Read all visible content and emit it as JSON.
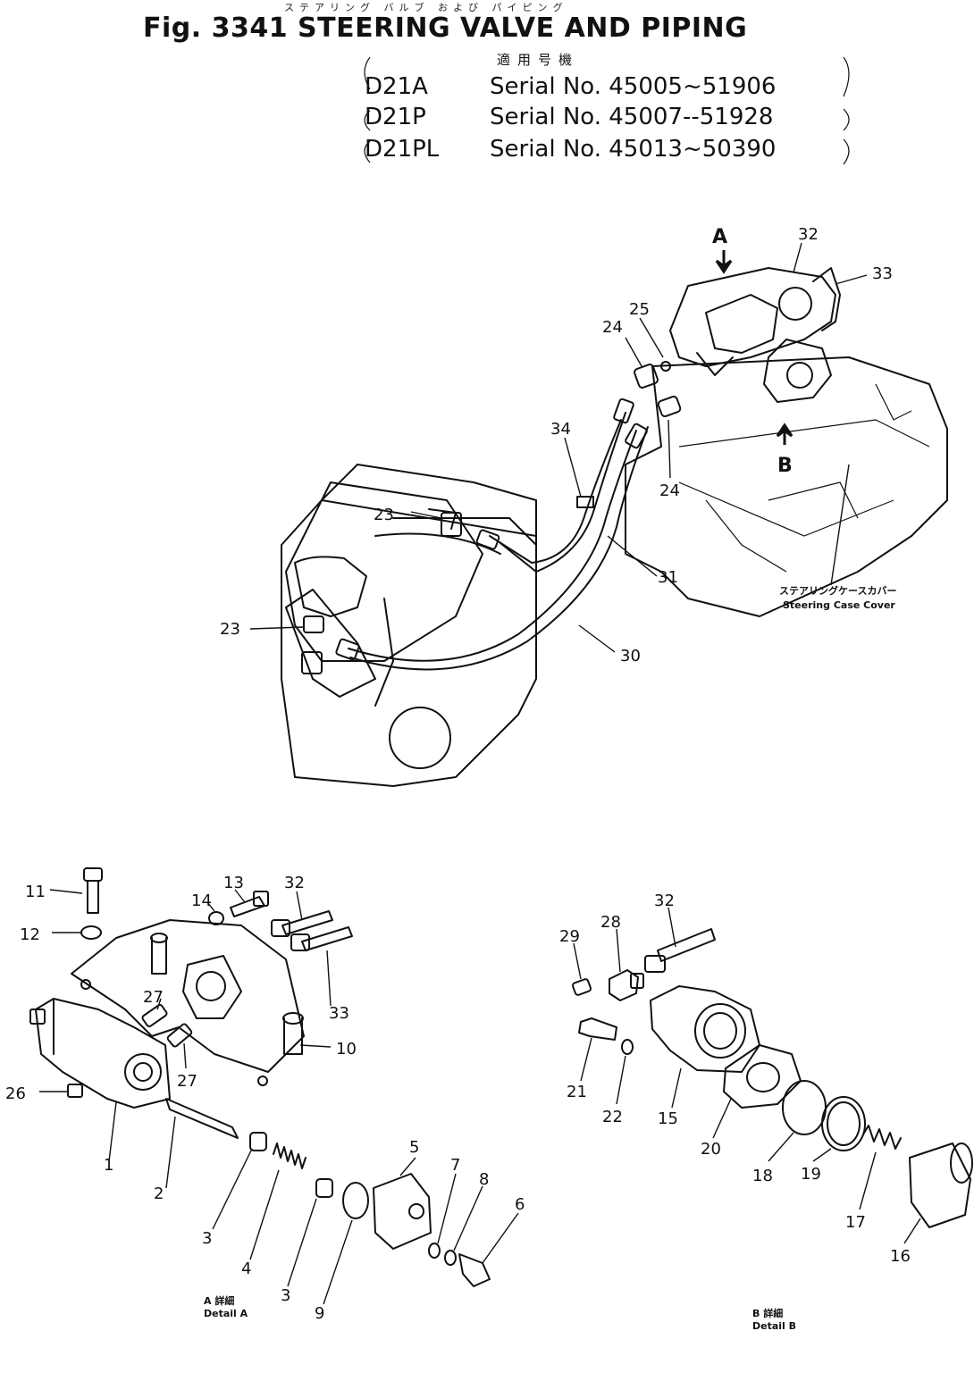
{
  "figure": {
    "title": "Fig. 3341 STEERING VALVE AND PIPING",
    "title_jp": "ステアリング バルブ および パイピング",
    "serial_header_jp": "適用号機",
    "serials": [
      {
        "model": "D21A",
        "serial": "Serial No. 45005~51906"
      },
      {
        "model": "D21P",
        "serial": "Serial No. 45007--51928"
      },
      {
        "model": "D21PL",
        "serial": "Serial No. 45013~50390"
      }
    ]
  },
  "labels": {
    "steering_case_cover_jp": "ステアリングケースカバー",
    "steering_case_cover": "Steering Case Cover",
    "detail_a_jp": "A 詳細",
    "detail_a": "Detail A",
    "detail_b_jp": "B 詳細",
    "detail_b": "Detail B",
    "view_a": "A",
    "view_b": "B"
  },
  "callouts": {
    "c1": "1",
    "c2": "2",
    "c3a": "3",
    "c3b": "3",
    "c4": "4",
    "c5": "5",
    "c6": "6",
    "c7": "7",
    "c8": "8",
    "c9": "9",
    "c10": "10",
    "c11": "11",
    "c12": "12",
    "c13": "13",
    "c14": "14",
    "c15": "15",
    "c16": "16",
    "c17": "17",
    "c18": "18",
    "c19": "19",
    "c20": "20",
    "c21": "21",
    "c22": "22",
    "c23a": "23",
    "c23b": "23",
    "c24a": "24",
    "c24b": "24",
    "c25": "25",
    "c26": "26",
    "c27a": "27",
    "c27b": "27",
    "c28": "28",
    "c29": "29",
    "c30": "30",
    "c31": "31",
    "c32a": "32",
    "c32b": "32",
    "c32c": "32",
    "c33a": "33",
    "c33b": "33",
    "c34": "34"
  }
}
